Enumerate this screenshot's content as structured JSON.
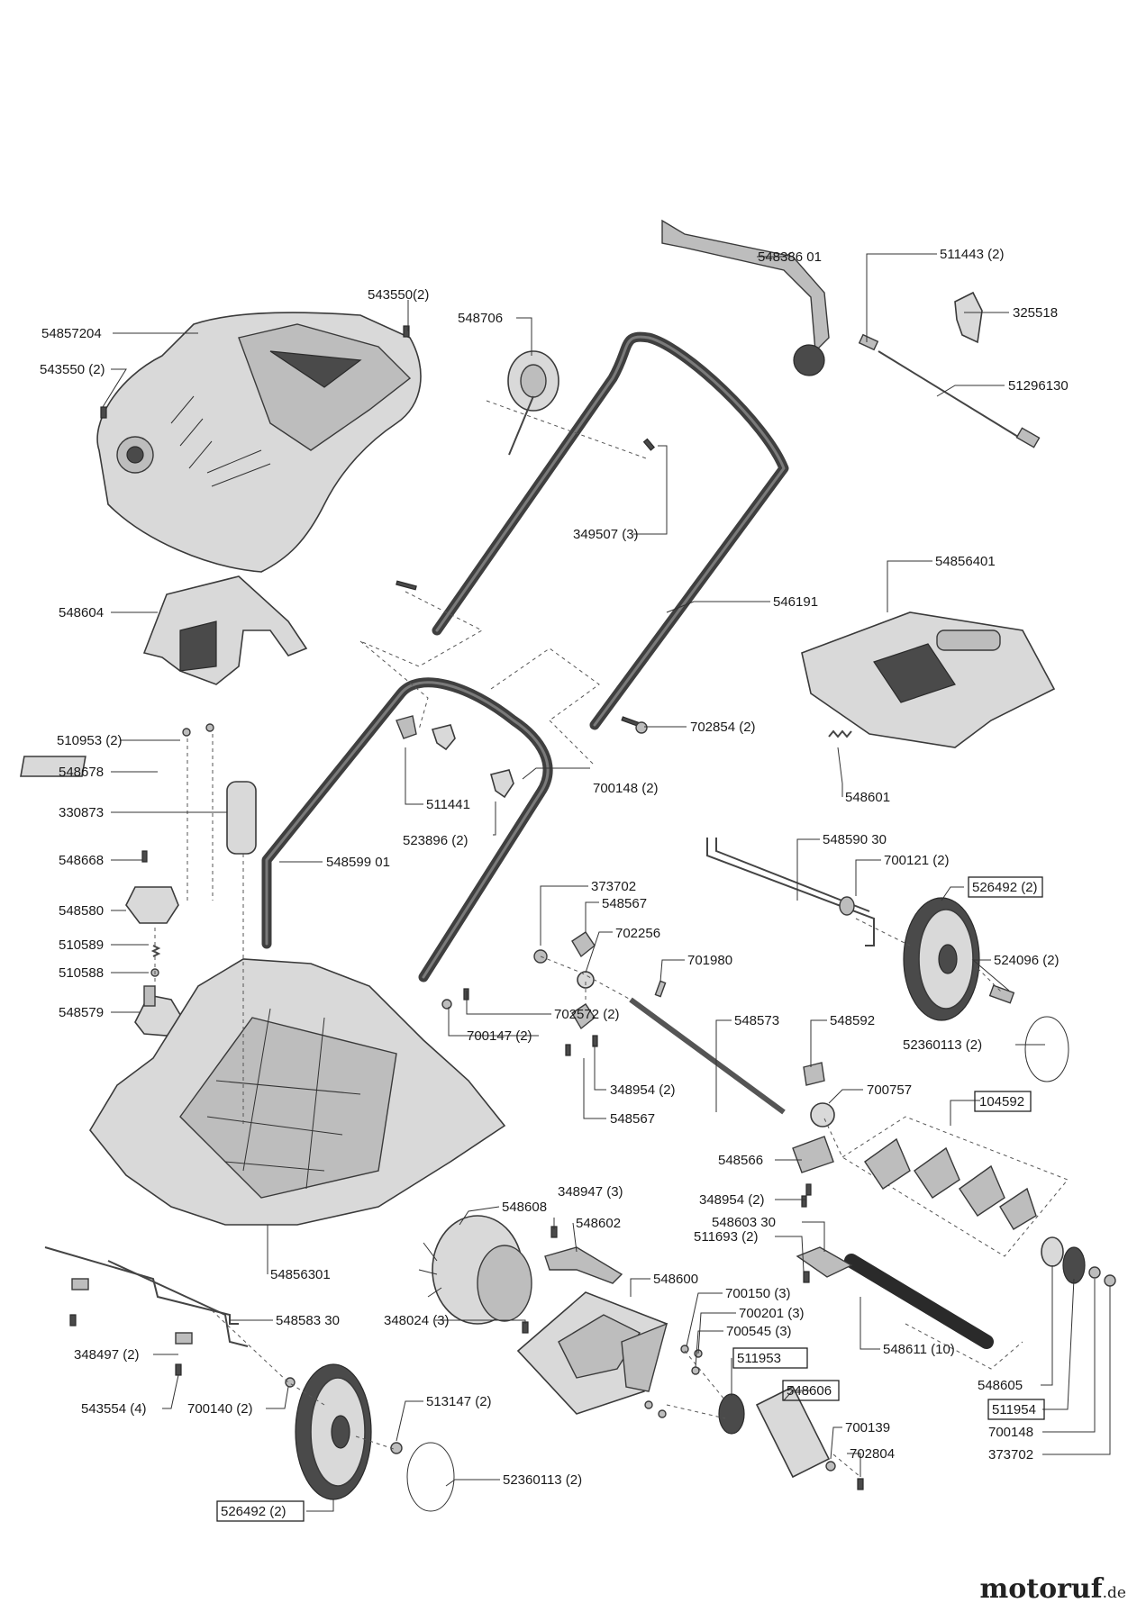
{
  "labels": {
    "l_548386_01": "548386 01",
    "l_511443": "511443 (2)",
    "l_325518": "325518",
    "l_51296130": "51296130",
    "l_543550_2a": "543550(2)",
    "l_54857204": "54857204",
    "l_543550_2b": "543550 (2)",
    "l_548706": "548706",
    "l_349507": "349507 (3)",
    "l_54856401": "54856401",
    "l_546191": "546191",
    "l_548604": "548604",
    "l_702854": "702854 (2)",
    "l_510953": "510953 (2)",
    "l_548678": "548678",
    "l_330873": "330873",
    "l_511441": "511441",
    "l_700148a": "700148 (2)",
    "l_523896": "523896 (2)",
    "l_548601": "548601",
    "l_548668": "548668",
    "l_548599_01": "548599 01",
    "l_548590_30": "548590 30",
    "l_700121": "700121 (2)",
    "l_548580": "548580",
    "l_373702a": "373702",
    "l_548567a": "548567",
    "l_526492a": "526492 (2)",
    "l_702256": "702256",
    "l_510589": "510589",
    "l_510588": "510588",
    "l_701980": "701980",
    "l_524096": "524096 (2)",
    "l_548579": "548579",
    "l_702572": "702572 (2)",
    "l_700147": "700147 (2)",
    "l_548573": "548573",
    "l_548592": "548592",
    "l_52360113a": "52360113 (2)",
    "l_348954a": "348954 (2)",
    "l_700757": "700757",
    "l_548567b": "548567",
    "l_104592": "104592",
    "l_548566": "548566",
    "l_348947": "348947 (3)",
    "l_348954b": "348954 (2)",
    "l_548608": "548608",
    "l_548602": "548602",
    "l_548603_30": "548603 30",
    "l_511693": "511693 (2)",
    "l_54856301": "54856301",
    "l_548600": "548600",
    "l_700150": "700150 (3)",
    "l_700201": "700201 (3)",
    "l_548583_30": "548583 30",
    "l_348024": "348024 (3)",
    "l_700545": "700545 (3)",
    "l_348497": "348497 (2)",
    "l_511953": "511953",
    "l_548611": "548611 (10)",
    "l_548605": "548605",
    "l_548606": "548606",
    "l_543554": "543554 (4)",
    "l_700140": "700140 (2)",
    "l_513147": "513147 (2)",
    "l_511954": "511954",
    "l_700139": "700139",
    "l_700148b": "700148",
    "l_702804": "702804",
    "l_373702b": "373702",
    "l_52360113b": "52360113 (2)",
    "l_526492b": "526492 (2)"
  },
  "brand": {
    "name": "motoruf",
    "suffix": ".de"
  }
}
